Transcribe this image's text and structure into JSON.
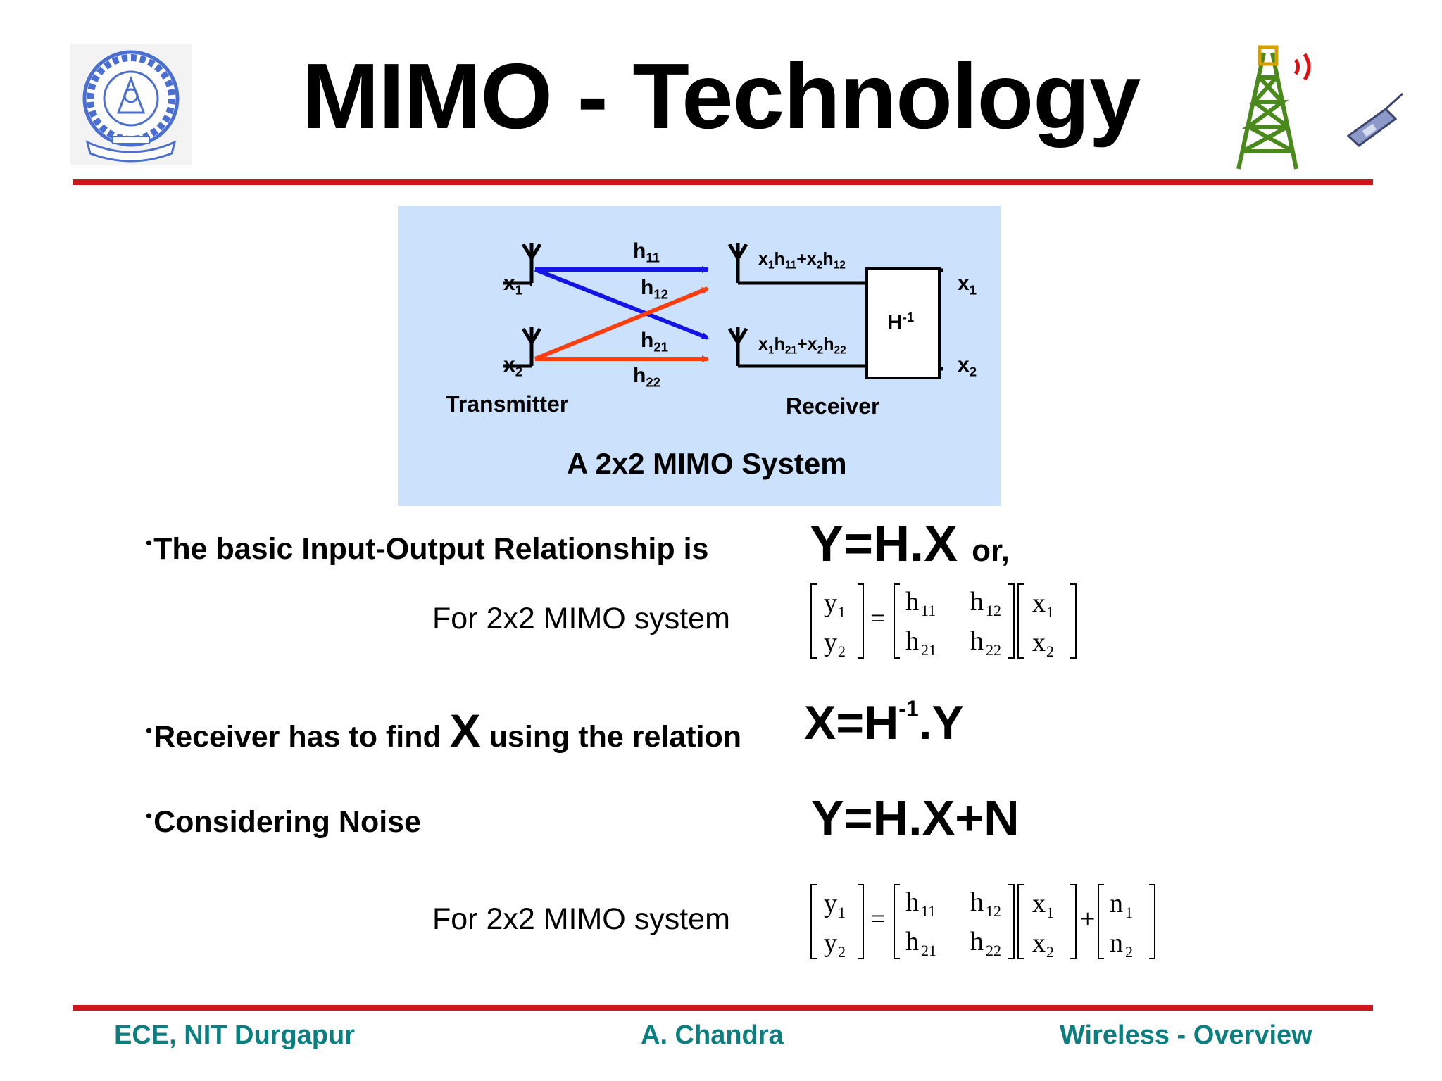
{
  "header": {
    "title": "MIMO - Technology",
    "logo_name": "nit-durgapur-logo",
    "tower_icon": "cell-tower-icon",
    "phone_icon": "mobile-phone-icon"
  },
  "diagram": {
    "input_x1": "x",
    "input_x2": "x",
    "h11": "h",
    "h12": "h",
    "h21": "h",
    "h22": "h",
    "rx1_sum": "x1h11+x2h12",
    "rx2_sum": "x1h21+x2h22",
    "inverse_block": "H",
    "out_x1": "x",
    "out_x2": "x",
    "transmitter_label": "Transmitter",
    "receiver_label": "Receiver",
    "caption": "A 2x2 MIMO System",
    "colors": {
      "background": "#cce1fb",
      "blue_path": "#1414e6",
      "red_path": "#ff3d0d"
    }
  },
  "content": {
    "bullet1": "The basic Input-Output Relationship is",
    "eq1": "Y=H.X",
    "eq1_suffix": "or,",
    "mimo_label_1": "For 2x2 MIMO system",
    "bullet2_a": "Receiver has to find",
    "bullet2_x": "X",
    "bullet2_b": "using the relation",
    "eq2": "X=H",
    "eq2_exp": "-1",
    "eq2_tail": ".Y",
    "bullet3": "Considering Noise",
    "eq3": "Y=H.X+N",
    "mimo_label_2": "For 2x2 MIMO system",
    "matrix": {
      "y": [
        "y",
        "y"
      ],
      "h": [
        "h",
        "h",
        "h",
        "h"
      ],
      "x": [
        "x",
        "x"
      ],
      "n": [
        "n",
        "n"
      ],
      "equals": "=",
      "plus": "+"
    }
  },
  "footer": {
    "left": "ECE, NIT Durgapur",
    "center": "A. Chandra",
    "right": "Wireless - Overview",
    "color": "#0b7e80"
  }
}
